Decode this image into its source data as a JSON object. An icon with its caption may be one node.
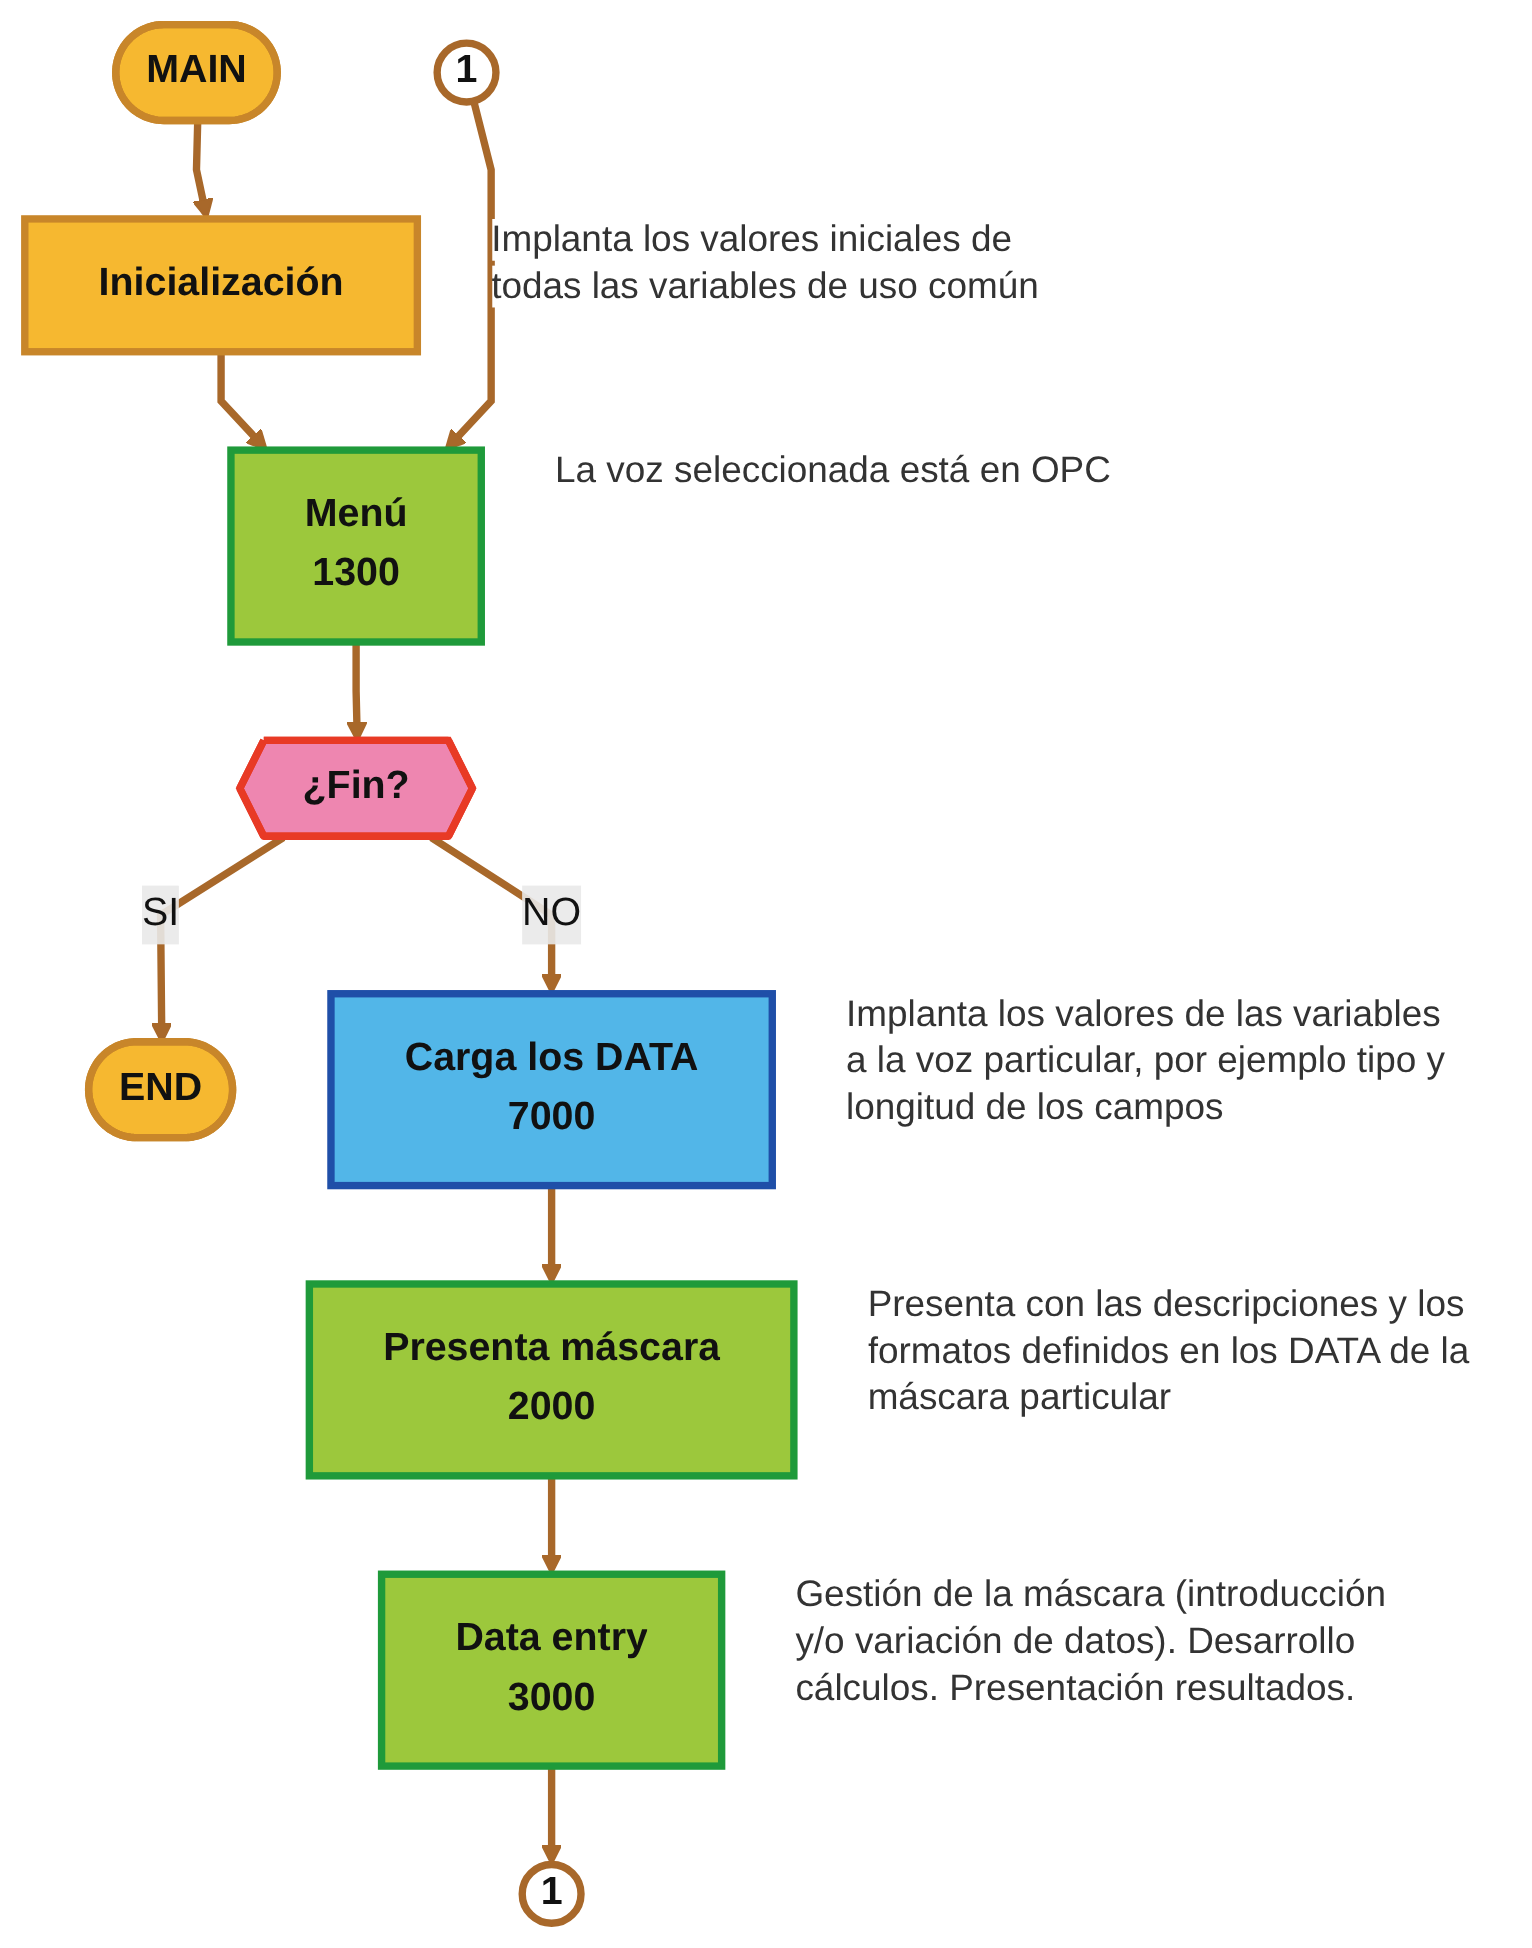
{
  "diagram": {
    "nodes": [
      {
        "text": [
          "MAIN"
        ]
      },
      {
        "text": [
          "Inicialización"
        ],
        "beside": [
          "Implanta los valores iniciales de todas las variables de uso común"
        ]
      },
      {
        "text": [
          "1"
        ]
      },
      {
        "text": [
          "Menú",
          "1300"
        ],
        "beside": [
          "La voz seleccionada está en OPC"
        ]
      },
      {
        "text": [
          "¿Fin?"
        ]
      },
      {
        "text": [
          "END"
        ]
      },
      {
        "text": [
          "Carga los DATA",
          "7000"
        ],
        "beside": [
          "Implanta los valores de las variables a la voz particular, por ejemplo tipo y longitud de los campos"
        ]
      },
      {
        "text": [
          "Presenta máscara",
          "2000"
        ],
        "beside": [
          "Presenta con las descripciones y los formatos definidos en los DATA de la máscara particular"
        ]
      },
      {
        "text": [
          "Data entry",
          "3000"
        ],
        "beside": [
          "Gestión de la máscara (introducción y/o variación de datos). Desarrollo cálculos. Presentación resultados."
        ]
      },
      {
        "text": [
          "1"
        ]
      }
    ],
    "edges": [
      {
        "from": 0,
        "to": 1,
        "arrow": "to"
      },
      {
        "from": 1,
        "to": 3,
        "arrow": "to"
      },
      {
        "from": 2,
        "to": 3,
        "arrow": "to"
      },
      {
        "from": 3,
        "to": 4,
        "arrow": "to"
      },
      {
        "from": 4,
        "to": 5,
        "arrow": "to",
        "label": "SI"
      },
      {
        "from": 4,
        "to": 6,
        "arrow": "to",
        "label": "NO"
      },
      {
        "from": 6,
        "to": 7,
        "arrow": "to"
      },
      {
        "from": 7,
        "to": 8,
        "arrow": "to"
      },
      {
        "from": 8,
        "to": 9,
        "arrow": "to"
      }
    ]
  }
}
